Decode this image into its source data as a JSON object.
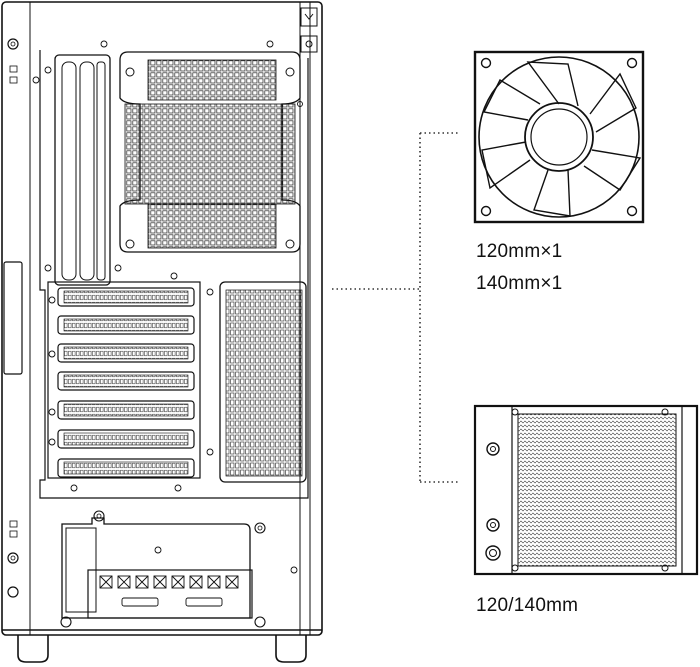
{
  "labels": {
    "fan_line1": "120mm×1",
    "fan_line2": "140mm×1",
    "radiator": "120/140mm"
  },
  "colors": {
    "line": "#111111",
    "background": "#ffffff",
    "connector": "#333333"
  },
  "icons": {
    "fan": "fan-icon",
    "radiator": "radiator-icon",
    "case": "pc-case-rear-icon"
  }
}
